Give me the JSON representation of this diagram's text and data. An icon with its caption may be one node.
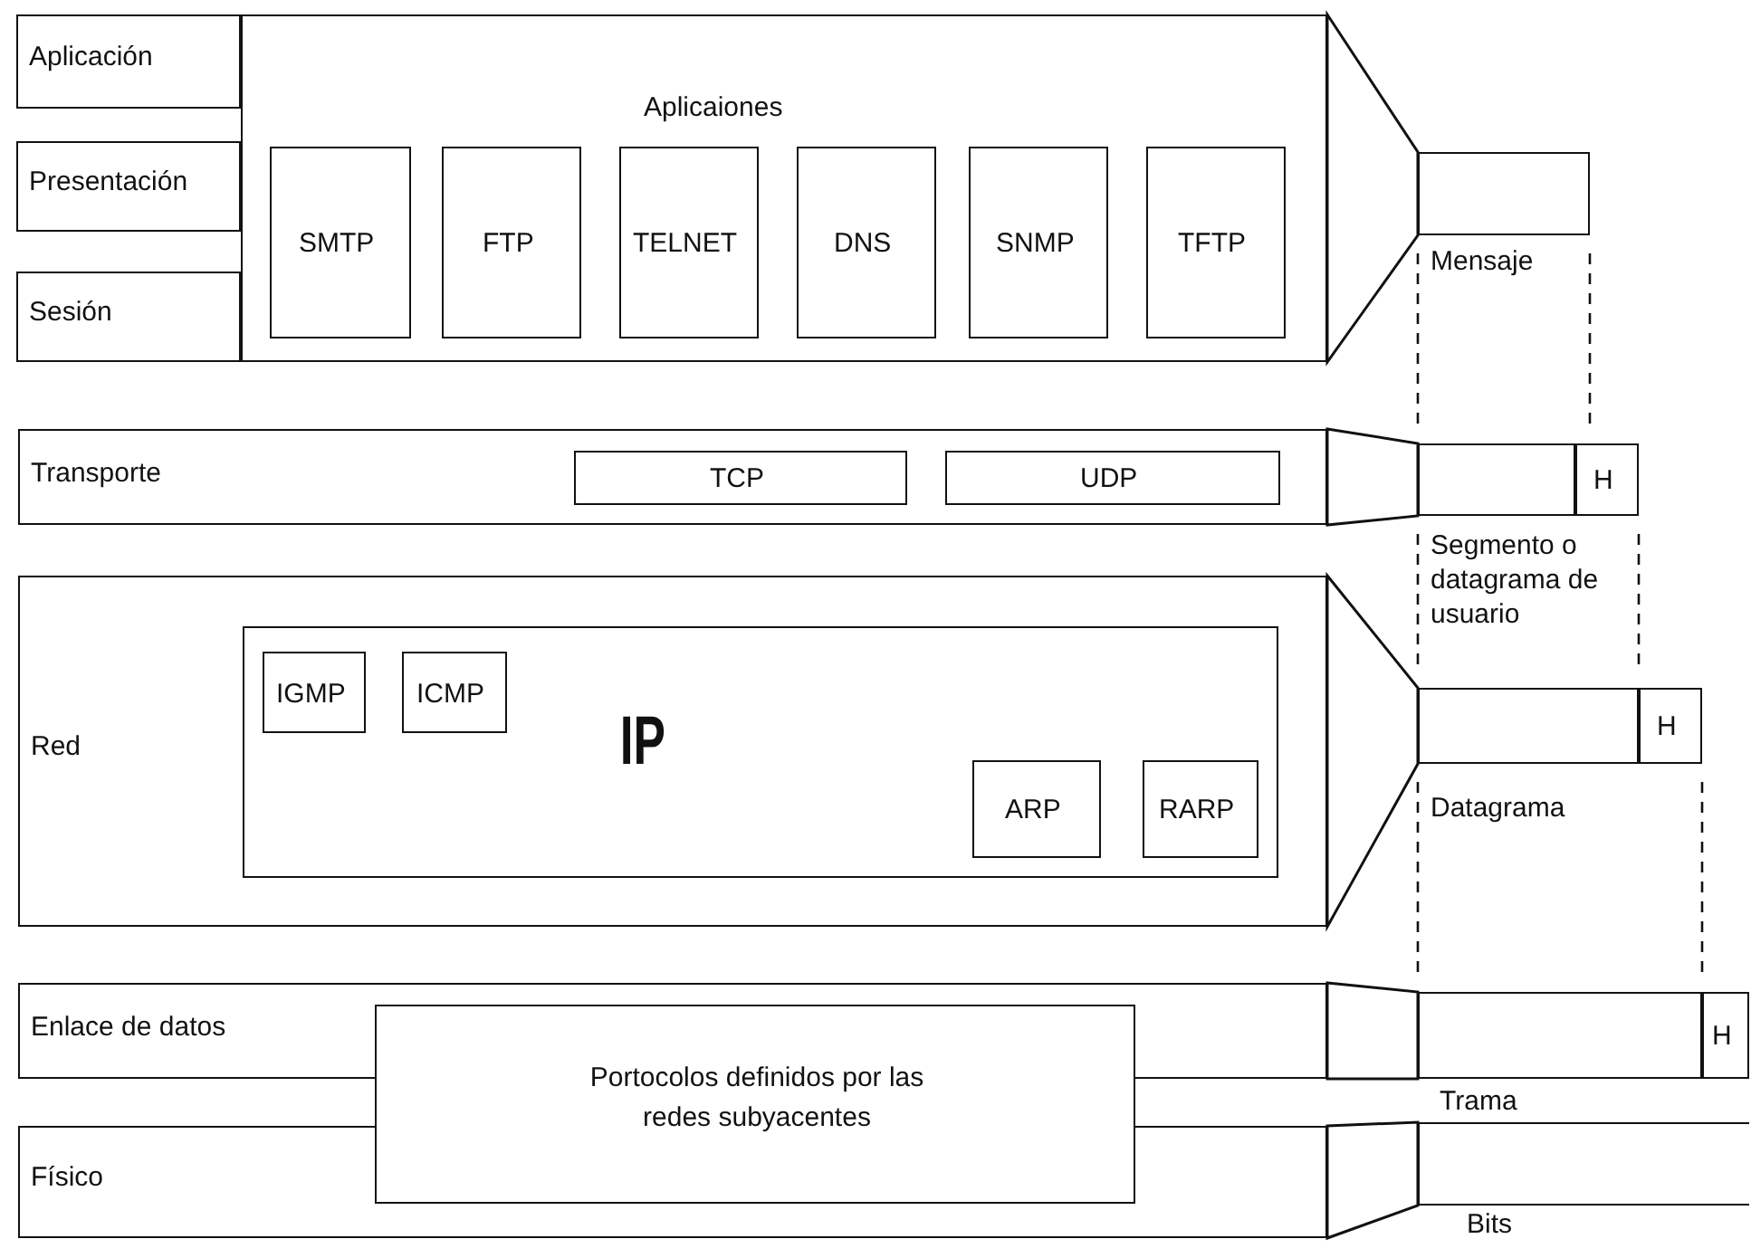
{
  "diagram": {
    "nodes": [
      {
        "text": [
          "Aplicación"
        ]
      },
      {
        "text": [
          "Presentación"
        ]
      },
      {
        "text": [
          "Sesión"
        ]
      },
      {
        "text": [
          "Aplicaiones"
        ]
      },
      {
        "text": [
          "SMTP"
        ],
        "in": 3
      },
      {
        "text": [
          "FTP"
        ],
        "in": 3
      },
      {
        "text": [
          "TELNET"
        ],
        "in": 3
      },
      {
        "text": [
          "DNS"
        ],
        "in": 3
      },
      {
        "text": [
          "SNMP"
        ],
        "in": 3
      },
      {
        "text": [
          "TFTP"
        ],
        "in": 3
      },
      {
        "text": [],
        "shape": "box",
        "beside": [
          "Mensaje"
        ]
      },
      {
        "text": [
          "Transporte"
        ]
      },
      {
        "text": [
          "TCP"
        ],
        "in": 11
      },
      {
        "text": [
          "UDP"
        ],
        "in": 11
      },
      {
        "text": [],
        "shape": "box",
        "beside": [
          "Segmento o datagrama de usuario"
        ]
      },
      {
        "text": [
          "H"
        ]
      },
      {
        "text": [
          "Red"
        ]
      },
      {
        "text": [
          "IP"
        ],
        "in": 16
      },
      {
        "text": [
          "IGMP"
        ],
        "in": 17
      },
      {
        "text": [
          "ICMP"
        ],
        "in": 17
      },
      {
        "text": [
          "ARP"
        ],
        "in": 17
      },
      {
        "text": [
          "RARP"
        ],
        "in": 17
      },
      {
        "text": [],
        "shape": "box",
        "beside": [
          "Datagrama"
        ]
      },
      {
        "text": [
          "H"
        ]
      },
      {
        "text": [
          "Enlace de datos"
        ]
      },
      {
        "text": [
          "Físico"
        ]
      },
      {
        "text": [
          "Portocolos definidos por las redes subyacentes"
        ]
      },
      {
        "text": [],
        "shape": "box",
        "beside": [
          "Trama"
        ]
      },
      {
        "text": [
          "H"
        ]
      },
      {
        "text": [],
        "shape": "bar",
        "beside": [
          "Bits"
        ]
      }
    ],
    "edges": [
      {
        "from": 3,
        "to": 10,
        "arrow": "none"
      },
      {
        "from": 11,
        "to": 14,
        "arrow": "none"
      },
      {
        "from": 16,
        "to": 22,
        "arrow": "none"
      },
      {
        "from": 24,
        "to": 27,
        "arrow": "none"
      },
      {
        "from": 25,
        "to": 29,
        "arrow": "none"
      }
    ]
  }
}
